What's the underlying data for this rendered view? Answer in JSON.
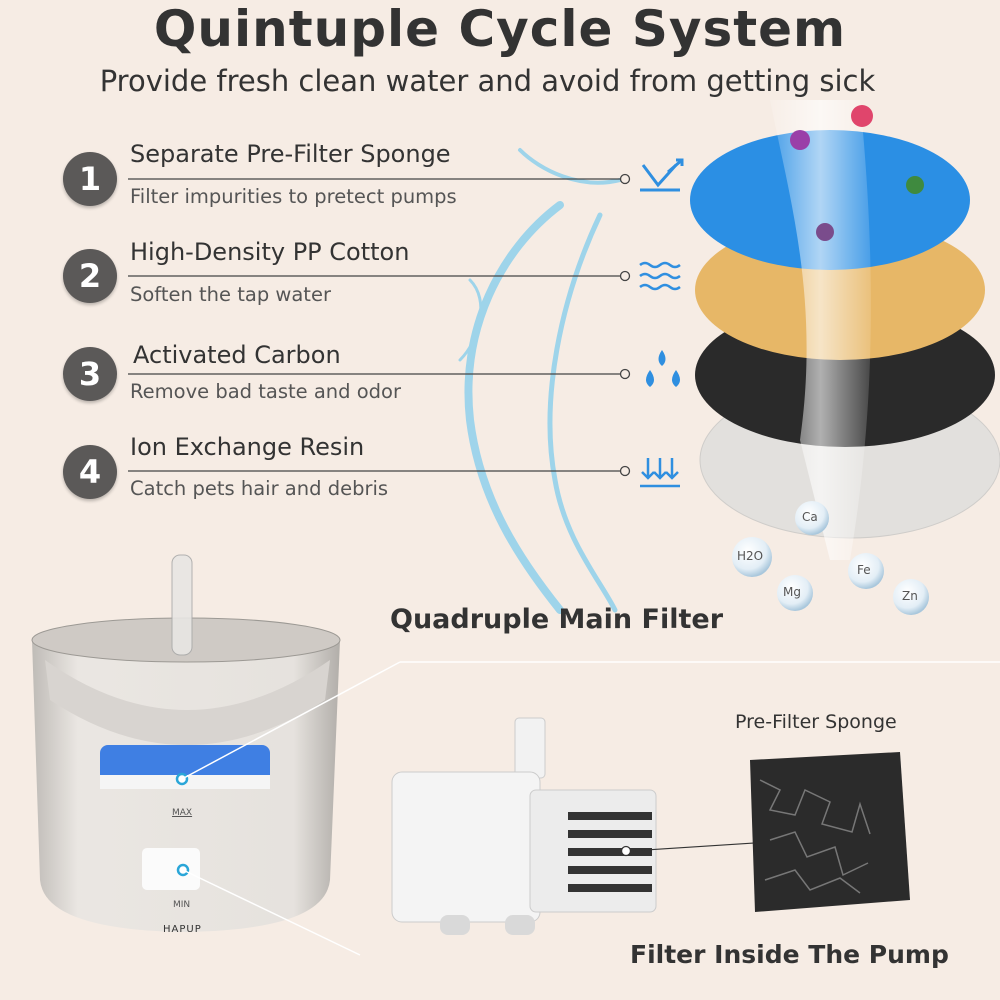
{
  "header": {
    "title": "Quintuple Cycle System",
    "subtitle": "Provide fresh clean water and avoid from getting sick"
  },
  "features": [
    {
      "number": "1",
      "title": "Separate Pre-Filter Sponge",
      "description": "Filter impurities to pretect pumps",
      "icon": "filter-funnel-icon"
    },
    {
      "number": "2",
      "title": "High-Density PP Cotton",
      "description": "Soften the tap water",
      "icon": "waves-icon"
    },
    {
      "number": "3",
      "title": "Activated Carbon",
      "description": "Remove bad taste and odor",
      "icon": "water-drops-icon"
    },
    {
      "number": "4",
      "title": "Ion Exchange Resin",
      "description": "Catch pets hair and debris",
      "icon": "down-arrows-icon"
    }
  ],
  "ions": [
    "Ca",
    "H2O",
    "Mg",
    "Fe",
    "Zn"
  ],
  "main_filter_label": "Quadruple Main Filter",
  "fountain": {
    "brand": "HAPUP",
    "max_mark": "MAX",
    "min_mark": "MIN"
  },
  "pre_filter_label": "Pre-Filter Sponge",
  "pump_label": "Filter Inside The Pump",
  "colors": {
    "background": "#f6ece4",
    "badge": "#5b5958",
    "accent_blue": "#2f8fe0"
  }
}
